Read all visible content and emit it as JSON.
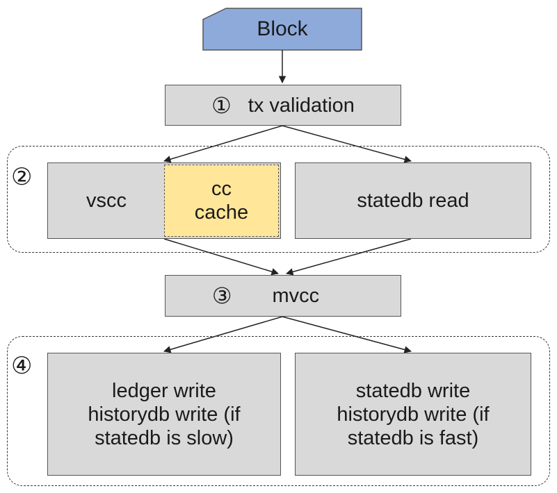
{
  "block": {
    "label": "Block",
    "color": "#8eaadb"
  },
  "steps": {
    "tx_validation": {
      "number": "①",
      "label": "tx validation"
    },
    "group2_number": "②",
    "vscc": "vscc",
    "cc_cache": {
      "label": "cc\ncache",
      "color": "#ffe699"
    },
    "statedb_read": "statedb read",
    "mvcc": {
      "number": "③",
      "label": "mvcc"
    },
    "group4_number": "④",
    "left_write": "ledger write\nhistorydb write (if\nstatedb is slow)",
    "right_write": "statedb write\nhistorydb write (if\nstatedb is fast)"
  },
  "colors": {
    "box_fill": "#d9d9d9",
    "border": "#555555"
  }
}
